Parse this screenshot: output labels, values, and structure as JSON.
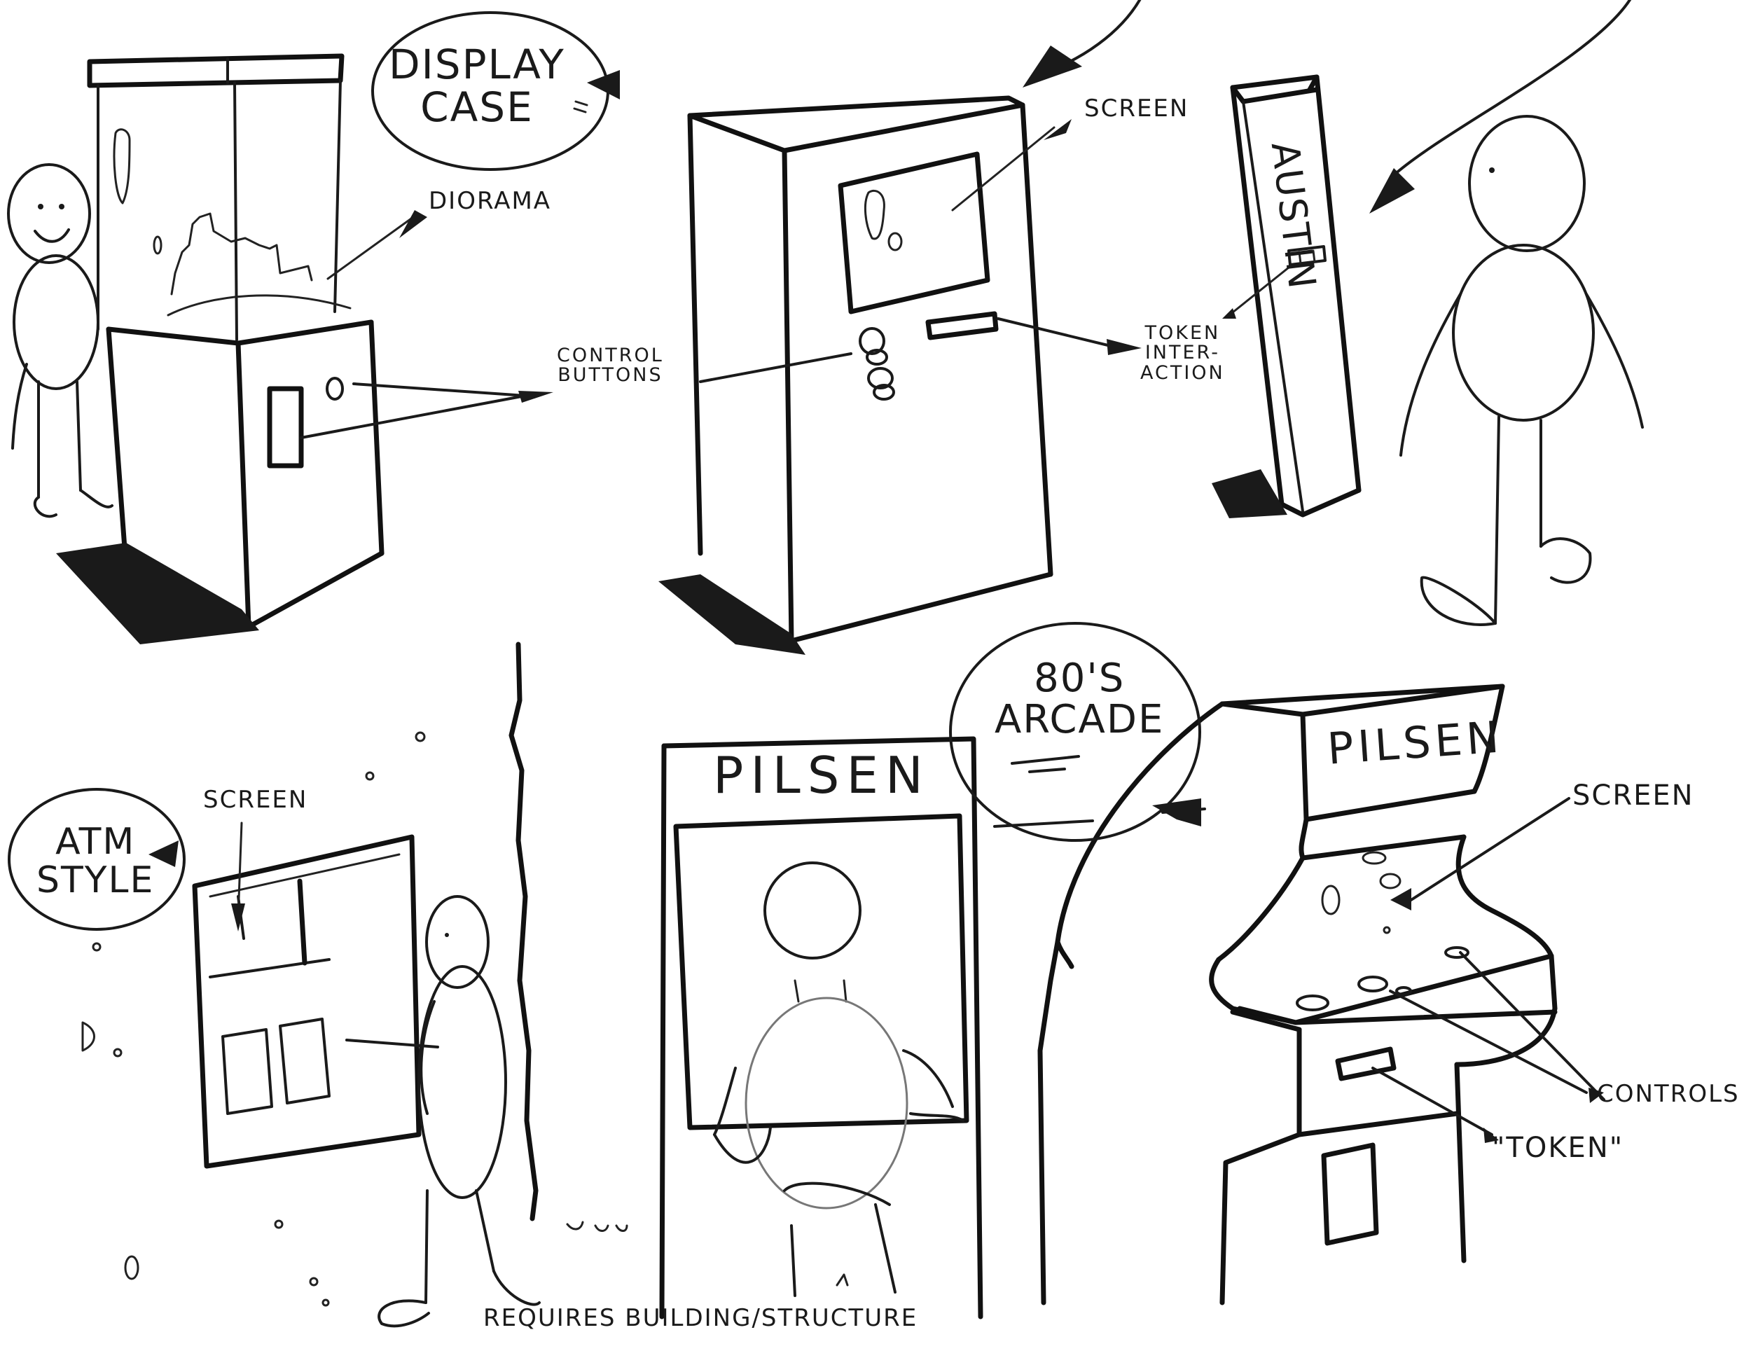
{
  "labels": {
    "display_case": "DISPLAY\nCASE",
    "diorama": "DIORAMA",
    "control_buttons": "CONTROL\nBUTTONS",
    "screen_kiosk": "SCREEN",
    "token_interaction": "TOKEN\nINTER-\nACTION",
    "austin": "AUSTIN",
    "atm_style": "ATM\nSTYLE",
    "screen_atm": "SCREEN",
    "pilsen_wall": "PILSEN",
    "eighties_arcade": "80's\nARCADE",
    "pilsen_arcade": "PILSEN",
    "screen_arcade": "SCREEN",
    "controls": "CONTROLS",
    "token_arcade": "\"TOKEN\"",
    "requires_building": "REQUIRES BUILDING/STRUCTURE"
  },
  "colors": {
    "ink": "#1a1a1a",
    "paper": "#ffffff",
    "faint": "#777777"
  }
}
